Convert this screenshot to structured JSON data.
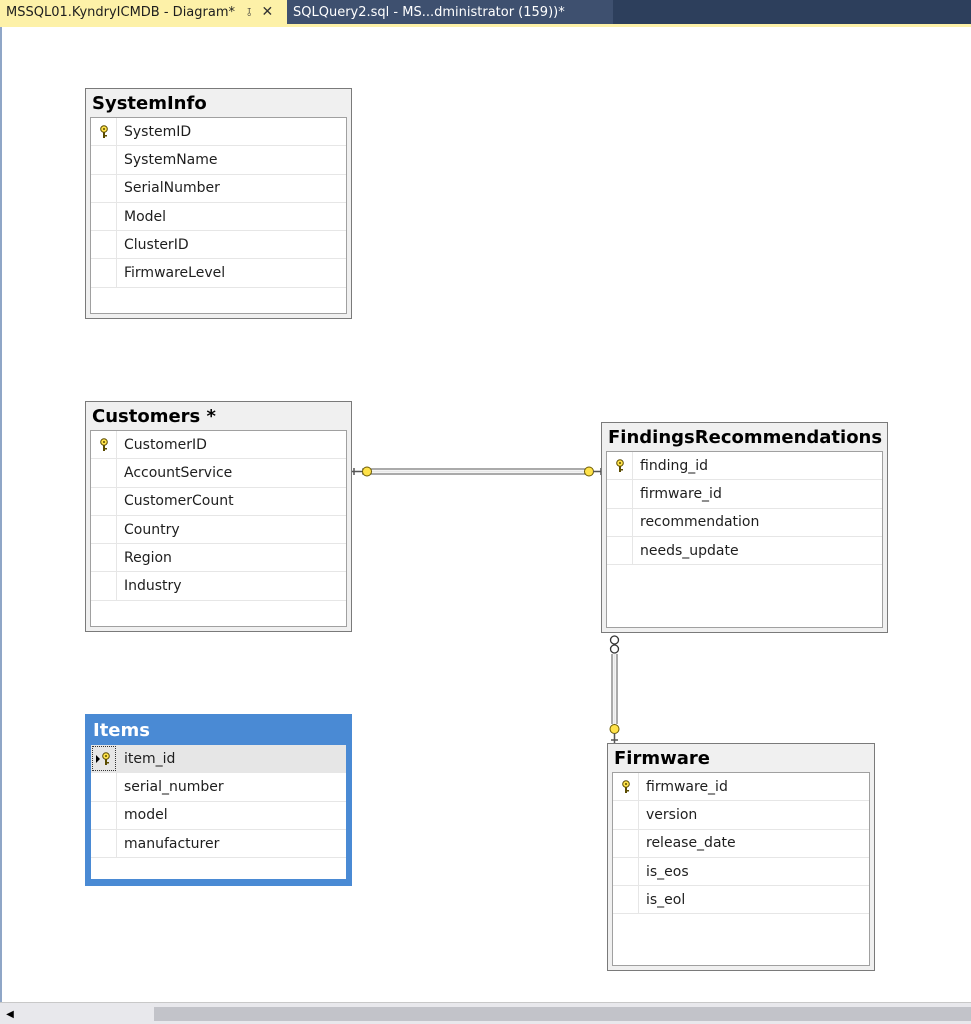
{
  "tabs": [
    {
      "label": "MSSQL01.KyndryICMDB - Diagram*",
      "active": true
    },
    {
      "label": "SQLQuery2.sql - MS...dministrator (159))*",
      "active": false
    }
  ],
  "tables": {
    "systeminfo": {
      "title": "SystemInfo",
      "columns": [
        "SystemID",
        "SystemName",
        "SerialNumber",
        "Model",
        "ClusterID",
        "FirmwareLevel"
      ],
      "primary_key": "SystemID"
    },
    "customers": {
      "title": "Customers *",
      "columns": [
        "CustomerID",
        "AccountService",
        "CustomerCount",
        "Country",
        "Region",
        "Industry"
      ],
      "primary_key": "CustomerID"
    },
    "findings": {
      "title": "FindingsRecommendations *",
      "columns": [
        "finding_id",
        "firmware_id",
        "recommendation",
        "needs_update"
      ],
      "primary_key": "finding_id"
    },
    "items": {
      "title": "Items",
      "columns": [
        "item_id",
        "serial_number",
        "model",
        "manufacturer"
      ],
      "primary_key": "item_id",
      "selected": true
    },
    "firmware": {
      "title": "Firmware",
      "columns": [
        "firmware_id",
        "version",
        "release_date",
        "is_eos",
        "is_eol"
      ],
      "primary_key": "firmware_id"
    }
  },
  "relationships": [
    {
      "from": "Customers",
      "to": "FindingsRecommendations",
      "type": "one-to-one"
    },
    {
      "from": "FindingsRecommendations",
      "to": "Firmware",
      "type": "many-to-one"
    }
  ],
  "colors": {
    "tab_active": "#fdf1a8",
    "tab_bar": "#2d3f5c",
    "selection": "#4a8ad4",
    "key": "#d4b400"
  },
  "icons": {
    "pin": "pin-icon",
    "close": "close-icon",
    "key": "primary-key-icon",
    "row_selector": "row-selector-arrow-icon",
    "scroll_left": "scroll-left-arrow-icon"
  }
}
